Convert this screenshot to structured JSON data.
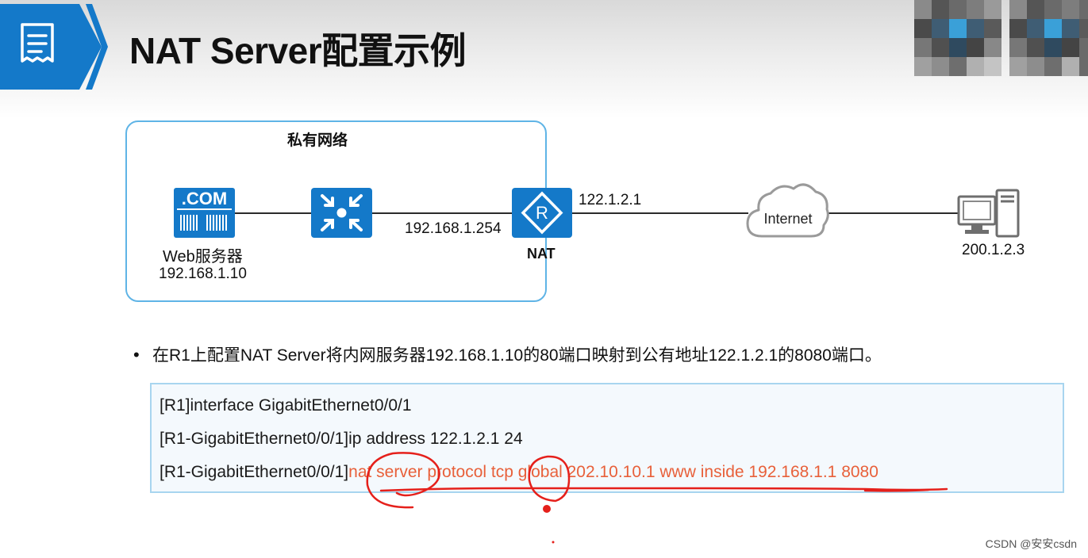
{
  "slide": {
    "title": "NAT Server配置示例",
    "logo_icon": "document-icon"
  },
  "diagram": {
    "private_network_label": "私有网络",
    "web_server": {
      "icon_text": ".COM",
      "name": "Web服务器",
      "ip": "192.168.1.10"
    },
    "switch": {
      "icon": "switch-icon"
    },
    "router": {
      "icon_letter": "R",
      "label": "NAT",
      "inside_ip": "192.168.1.254",
      "outside_ip": "122.1.2.1"
    },
    "internet": {
      "label": "Internet"
    },
    "pc": {
      "icon": "pc-icon",
      "ip": "200.1.2.3"
    }
  },
  "bullet": {
    "text": "在R1上配置NAT Server将内网服务器192.168.1.10的80端口映射到公有地址122.1.2.1的8080端口。"
  },
  "config": {
    "line1": "[R1]interface GigabitEthernet0/0/1",
    "line2": "[R1-GigabitEthernet0/0/1]ip address 122.1.2.1 24",
    "line3_prefix": "[R1-GigabitEthernet0/0/1]",
    "line3_command": "nat server protocol tcp global 202.10.10.1 www inside 192.168.1.1 8080"
  },
  "colors": {
    "accent_blue": "#1479c9",
    "box_border": "#5fb4e6",
    "highlight_orange": "#e8603a",
    "annotation_red": "#e5201b"
  },
  "watermark": "CSDN @安安csdn"
}
